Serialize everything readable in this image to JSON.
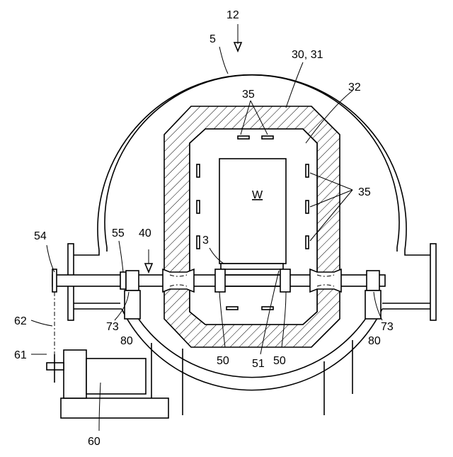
{
  "figure": {
    "labels": {
      "ref_12": "12",
      "ref_5": "5",
      "ref_30_31": "30, 31",
      "ref_32": "32",
      "ref_35_top": "35",
      "ref_35_right": "35",
      "ref_w": "W",
      "ref_54": "54",
      "ref_55": "55",
      "ref_40": "40",
      "ref_3": "3",
      "ref_62": "62",
      "ref_61": "61",
      "ref_73_left": "73",
      "ref_80_left": "80",
      "ref_50_left": "50",
      "ref_51": "51",
      "ref_50_right": "50",
      "ref_73_right": "73",
      "ref_80_right": "80",
      "ref_60": "60"
    }
  }
}
